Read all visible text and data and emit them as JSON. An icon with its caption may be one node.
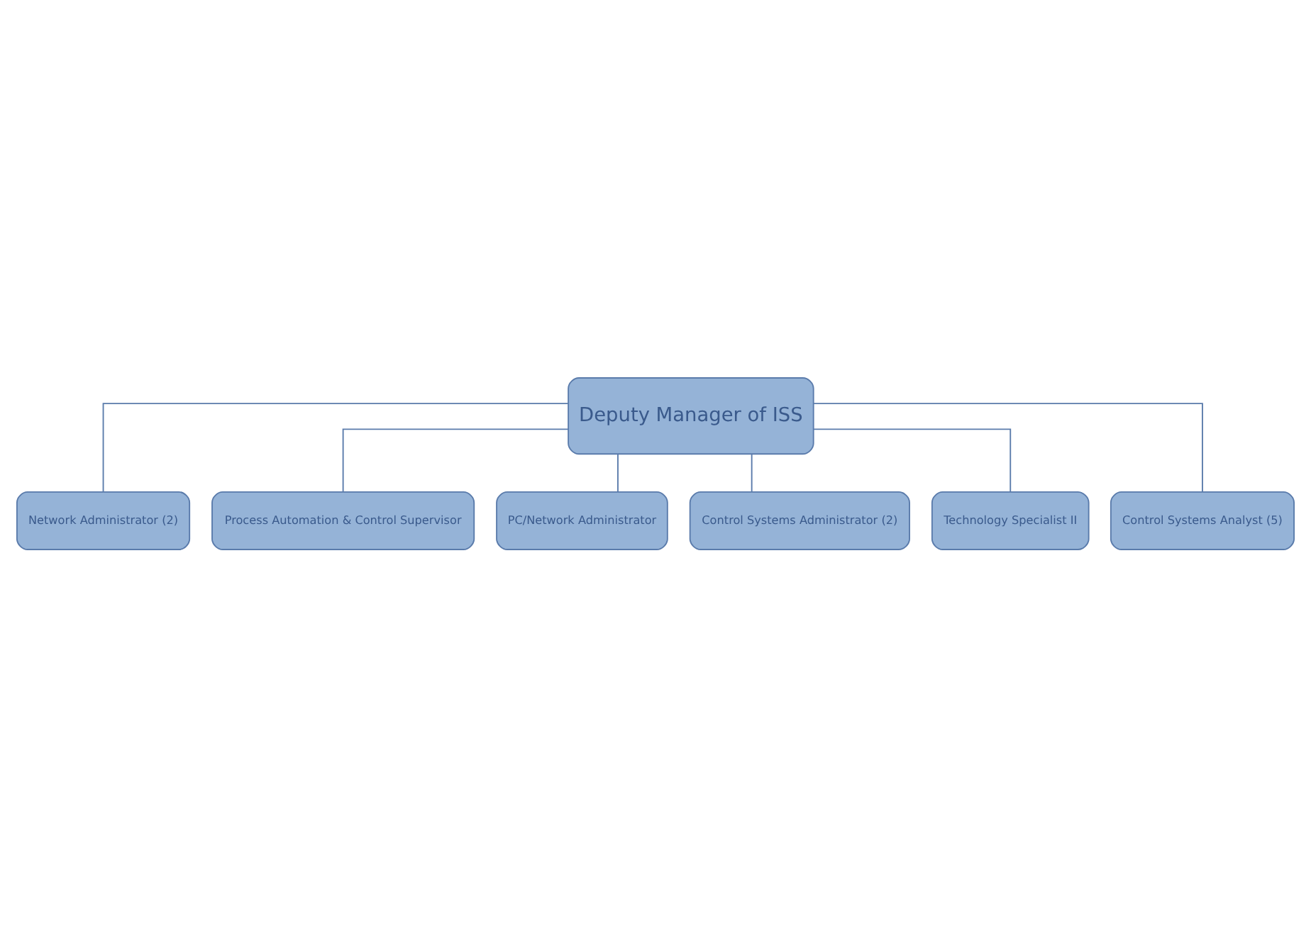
{
  "diagram": {
    "nodes": [
      {
        "text": [
          "Deputy Manager of ISS"
        ]
      },
      {
        "text": [
          "Network Administrator (2)"
        ]
      },
      {
        "text": [
          "Process Automation & Control Supervisor"
        ]
      },
      {
        "text": [
          "PC/Network Administrator"
        ]
      },
      {
        "text": [
          "Control Systems Administrator (2)"
        ]
      },
      {
        "text": [
          "Technology Specialist II"
        ]
      },
      {
        "text": [
          "Control Systems Analyst (5)"
        ]
      }
    ],
    "edges": [
      {
        "from": 0,
        "to": 1,
        "arrow": "none"
      },
      {
        "from": 0,
        "to": 3,
        "arrow": "none"
      },
      {
        "from": 0,
        "to": 5,
        "arrow": "none"
      },
      {
        "from": 0,
        "to": 2,
        "arrow": "none"
      },
      {
        "from": 0,
        "to": 4,
        "arrow": "none"
      },
      {
        "from": 0,
        "to": 6,
        "arrow": "none"
      }
    ]
  }
}
